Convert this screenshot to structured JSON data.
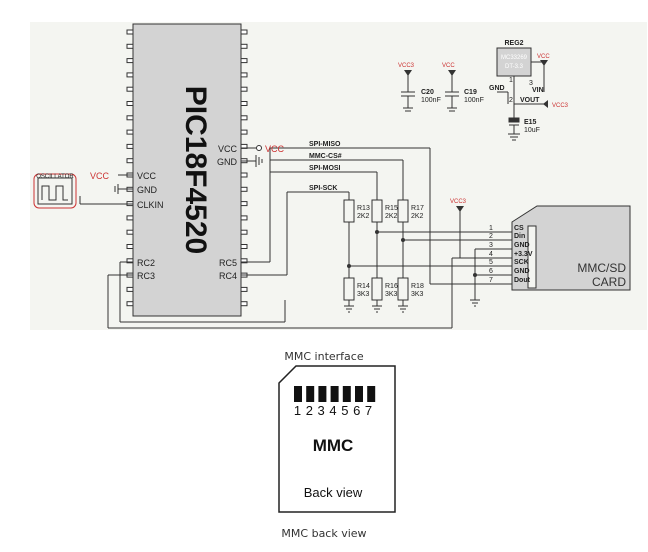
{
  "colors": {
    "panel": "#f4f5f1",
    "chip": "#d3d3d3",
    "wire": "#333333",
    "red": "#cc3333"
  },
  "mcu": {
    "name": "PIC18F4520",
    "pin_vcc": "VCC",
    "pin_gnd": "GND",
    "pin_clkin": "CLKIN",
    "pin_rc2": "RC2",
    "pin_rc3": "RC3",
    "pin_vcc_r": "VCC",
    "pin_gnd_r": "GND",
    "pin_rc5": "RC5",
    "pin_rc4": "RC4"
  },
  "power": {
    "vcc": "VCC",
    "vcc3": "VCC3"
  },
  "oscillator": {
    "label": "OSCILLATOR"
  },
  "nets": {
    "miso": "SPI-MISO",
    "cs": "MMC-CS#",
    "mosi": "SPI-MOSI",
    "sck": "SPI-SCK"
  },
  "resistors": [
    {
      "ref": "R13",
      "val": "2K2"
    },
    {
      "ref": "R15",
      "val": "2K2"
    },
    {
      "ref": "R17",
      "val": "2K2"
    },
    {
      "ref": "R14",
      "val": "3K3"
    },
    {
      "ref": "R16",
      "val": "3K3"
    },
    {
      "ref": "R18",
      "val": "3K3"
    }
  ],
  "regulator": {
    "ref": "REG2",
    "part": "MC33269",
    "variant": "DT-3.3",
    "pin_gnd": "GND",
    "pin_vin": "VIN",
    "pin_vout": "VOUT",
    "num1": "1",
    "num2": "2",
    "num3": "3"
  },
  "capacitors": [
    {
      "ref": "C20",
      "val": "100nF"
    },
    {
      "ref": "C19",
      "val": "100nF"
    },
    {
      "ref": "E15",
      "val": "10uF"
    }
  ],
  "card": {
    "title1": "MMC/SD",
    "title2": "CARD",
    "pins": [
      {
        "num": "1",
        "name": "CS"
      },
      {
        "num": "2",
        "name": "Din"
      },
      {
        "num": "3",
        "name": "GND"
      },
      {
        "num": "4",
        "name": "+3.3V"
      },
      {
        "num": "5",
        "name": "SCK"
      },
      {
        "num": "6",
        "name": "GND"
      },
      {
        "num": "7",
        "name": "Dout"
      }
    ]
  },
  "captions": {
    "interface": "MMC interface",
    "back": "MMC back view"
  },
  "mmc_back": {
    "numbers": "1 2 3 4 5 6 7",
    "label": "MMC",
    "sub": "Back view"
  }
}
